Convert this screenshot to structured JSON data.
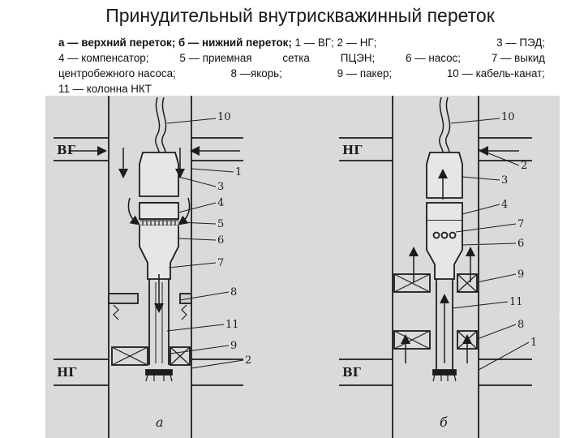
{
  "title": "Принудительный внутрискважинный переток",
  "caption": {
    "line1": [
      {
        "bold": true,
        "text": "а — верхний переток; б — нижний переток;"
      },
      {
        "bold": false,
        "text": " 1 — ВГ; 2 — НГ;"
      },
      {
        "bold": false,
        "text": "3 — ПЭД;"
      }
    ],
    "line2": [
      "4 — компенсатор;",
      "5 — приемная",
      "сетка",
      "ПЦЭН;",
      "6 — насос;",
      "7 — выкид"
    ],
    "line3": [
      "центробежного насоса;",
      "8 —якорь;",
      "9 — пакер;",
      "10 — кабель-канат;"
    ],
    "line4": "11 — колонна НКТ"
  },
  "figure": {
    "left": {
      "top_layer": "ВГ",
      "bottom_layer": "НГ",
      "letter": "а",
      "numbers": [
        "10",
        "1",
        "3",
        "4",
        "5",
        "6",
        "7",
        "8",
        "11",
        "9",
        "2"
      ]
    },
    "right": {
      "top_layer": "НГ",
      "bottom_layer": "ВГ",
      "letter": "б",
      "numbers": [
        "10",
        "2",
        "3",
        "4",
        "7",
        "6",
        "9",
        "11",
        "8",
        "1"
      ]
    }
  },
  "colors": {
    "scan_bg": "#dadada",
    "ink": "#1c1c1c"
  }
}
